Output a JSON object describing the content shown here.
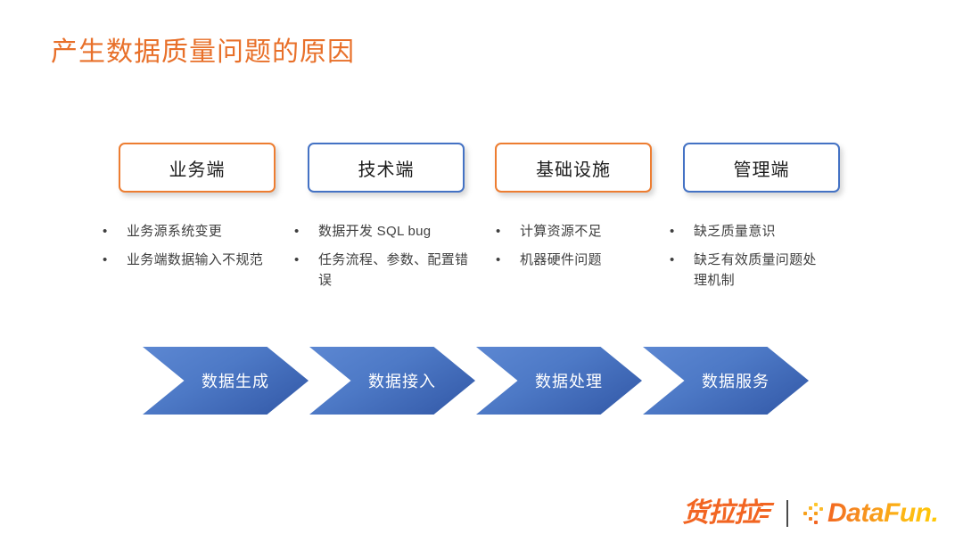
{
  "slide": {
    "title": "产生数据质量问题的原因",
    "title_color": "#E8702A",
    "background": "#ffffff"
  },
  "categories": [
    {
      "label": "业务端",
      "accent": "#ED7D31",
      "accent_name": "orange"
    },
    {
      "label": "技术端",
      "accent": "#4472C4",
      "accent_name": "blue"
    },
    {
      "label": "基础设施",
      "accent": "#ED7D31",
      "accent_name": "orange"
    },
    {
      "label": "管理端",
      "accent": "#4472C4",
      "accent_name": "blue"
    }
  ],
  "bullet_columns": [
    {
      "bullet_char": "•",
      "items": [
        "业务源系统变更",
        "业务端数据输入不规范"
      ]
    },
    {
      "bullet_char": "•",
      "items": [
        "数据开发 SQL bug",
        "任务流程、参数、配置错误"
      ]
    },
    {
      "bullet_char": "•",
      "items": [
        "计算资源不足",
        "机器硬件问题"
      ]
    },
    {
      "bullet_char": "•",
      "items": [
        "缺乏质量意识",
        "缺乏有效质量问题处理机制"
      ]
    }
  ],
  "flow": {
    "steps": [
      {
        "label": "数据生成"
      },
      {
        "label": "数据接入"
      },
      {
        "label": "数据处理"
      },
      {
        "label": "数据服务"
      }
    ],
    "fill_light": "#5c87d2",
    "fill_dark": "#2f55a3"
  },
  "footer": {
    "brand_primary": "货拉拉",
    "brand_secondary": "DataFun.",
    "brand_primary_color": "#F26522",
    "brand_secondary_color": "#F7941E"
  }
}
